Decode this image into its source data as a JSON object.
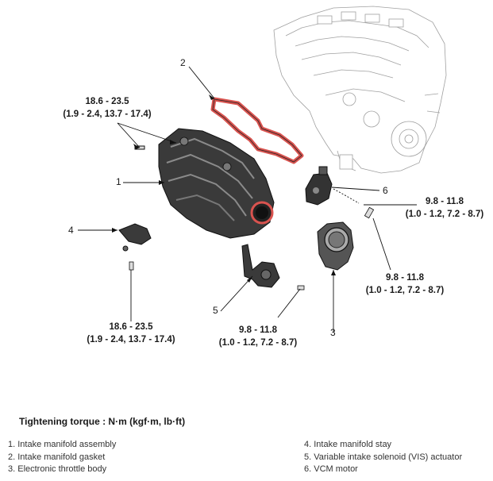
{
  "torque_labels": [
    {
      "id": "t1",
      "line1": "18.6 - 23.5",
      "line2": "(1.9 - 2.4, 13.7 - 17.4)"
    },
    {
      "id": "t2",
      "line1": "9.8 - 11.8",
      "line2": "(1.0 - 1.2, 7.2 - 8.7)"
    },
    {
      "id": "t3",
      "line1": "9.8 - 11.8",
      "line2": "(1.0 - 1.2, 7.2 - 8.7)"
    },
    {
      "id": "t4",
      "line1": "18.6 - 23.5",
      "line2": "(1.9 - 2.4, 13.7 - 17.4)"
    },
    {
      "id": "t5",
      "line1": "9.8 - 11.8",
      "line2": "(1.0 - 1.2, 7.2 - 8.7)"
    }
  ],
  "callouts": [
    "1",
    "2",
    "3",
    "4",
    "5",
    "6"
  ],
  "legend": {
    "title": "Tightening torque : N·m (kgf·m, lb·ft)",
    "left": [
      "1. Intake manifold assembly",
      "2. Intake manifold gasket",
      "3. Electronic throttle body"
    ],
    "right": [
      "4. Intake manifold stay",
      "5. Variable intake solenoid (VIS) actuator",
      "6. VCM motor"
    ]
  },
  "colors": {
    "gasket": "#d9534f",
    "engine_outline": "#9a9a9a",
    "part_dark": "#2b2b2b"
  }
}
